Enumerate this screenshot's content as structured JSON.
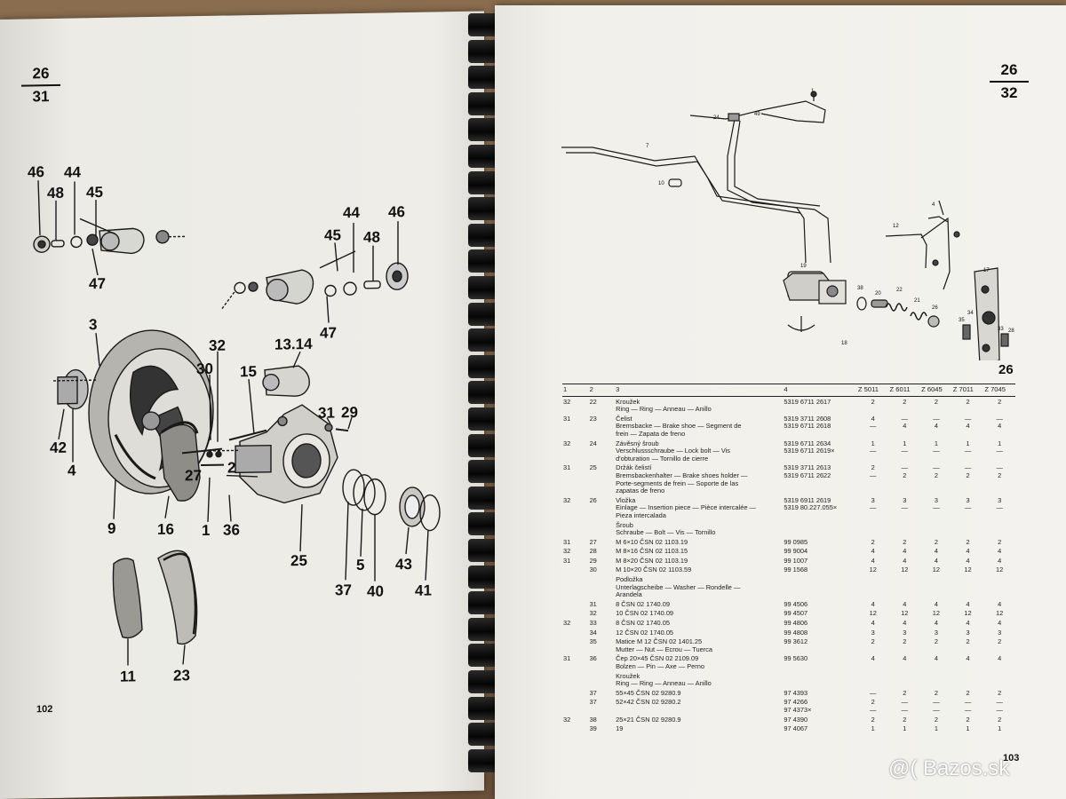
{
  "left_page": {
    "ref_top": "26",
    "ref_bottom": "31",
    "page_number": "102",
    "labels": {
      "l46a": "46",
      "l48a": "48",
      "l44a": "44",
      "l45a": "45",
      "l47a": "47",
      "l44b": "44",
      "l45b": "45",
      "l48b": "48",
      "l46b": "46",
      "l47b": "47",
      "l3": "3",
      "l1314": "13.14",
      "l32": "32",
      "l30": "30",
      "l15": "15",
      "l31": "31",
      "l29": "29",
      "l42": "42",
      "l4": "4",
      "l27": "27",
      "l2": "2",
      "l9": "9",
      "l16": "16",
      "l1": "1",
      "l36": "36",
      "l25": "25",
      "l37": "37",
      "l5": "5",
      "l40": "40",
      "l43": "43",
      "l41": "41",
      "l11": "11",
      "l23": "23"
    }
  },
  "right_page": {
    "ref_top": "26",
    "ref_bottom": "32",
    "figure_label": "26",
    "page_number": "103",
    "diagram_labels": {
      "d1": "1",
      "d7": "7",
      "d24": "24",
      "d49": "49",
      "d10": "10",
      "d4": "4",
      "d12": "12",
      "d19": "19",
      "d38": "38",
      "d20": "20",
      "d22": "22",
      "d21": "21",
      "d26": "26",
      "d17": "17",
      "d35": "35",
      "d34": "34",
      "d33": "33",
      "d28": "28",
      "d18": "18"
    },
    "table": {
      "headers": [
        "1",
        "2",
        "3",
        "4",
        "Z 5011",
        "Z 6011",
        "Z 6045",
        "Z 7011",
        "Z 7045"
      ],
      "rows": [
        {
          "c1": "32",
          "c2": "22",
          "text": [
            "Kroužek",
            "Ring — Ring — Anneau — Anillo"
          ],
          "code": [
            "5319 6711 2617"
          ],
          "q": [
            [
              "2",
              "2",
              "2",
              "2",
              "2"
            ]
          ]
        },
        {
          "c1": "31",
          "c2": "23",
          "text": [
            "Čelist",
            "Bremsbacke — Brake shoe — Segment de",
            "frein — Zapata de freno"
          ],
          "code": [
            "5319 3711 2608",
            "5319 6711 2618"
          ],
          "q": [
            [
              "4",
              "—",
              "—",
              "—",
              "—"
            ],
            [
              "—",
              "4",
              "4",
              "4",
              "4"
            ]
          ]
        },
        {
          "c1": "32",
          "c2": "24",
          "text": [
            "Závěsný šroub",
            "Verschlussschraube — Lock bolt — Vis",
            "d'obturation — Tornillo de cierre"
          ],
          "code": [
            "5319 6711 2634",
            "5319 6711 2619×"
          ],
          "q": [
            [
              "1",
              "1",
              "1",
              "1",
              "1"
            ],
            [
              "—",
              "—",
              "—",
              "—",
              "—"
            ]
          ]
        },
        {
          "c1": "31",
          "c2": "25",
          "text": [
            "Držák čelistí",
            "Bremsbackenhalter — Brake shoes holder —",
            "Porte-segments de frein — Soporte de las",
            "zapatas de freno"
          ],
          "code": [
            "5319 3711 2613",
            "5319 6711 2622"
          ],
          "q": [
            [
              "2",
              "—",
              "—",
              "—",
              "—"
            ],
            [
              "—",
              "2",
              "2",
              "2",
              "2"
            ]
          ]
        },
        {
          "c1": "32",
          "c2": "26",
          "text": [
            "Vložka",
            "Einlage — Insertion piece — Pièce intercalée —",
            "Pieza intercalada"
          ],
          "code": [
            "5319 6911 2619",
            "5319 80.227.055×"
          ],
          "q": [
            [
              "3",
              "3",
              "3",
              "3",
              "3"
            ],
            [
              "—",
              "—",
              "—",
              "—",
              "—"
            ]
          ]
        },
        {
          "c1": "",
          "c2": "",
          "text": [
            "Šroub",
            "Schraube — Bolt — Vis — Tornillo"
          ],
          "code": [],
          "q": []
        },
        {
          "c1": "31",
          "c2": "27",
          "text": [
            "M 6×10 ČSN  02 1103.19"
          ],
          "code": [
            "99 0985"
          ],
          "q": [
            [
              "2",
              "2",
              "2",
              "2",
              "2"
            ]
          ]
        },
        {
          "c1": "32",
          "c2": "28",
          "text": [
            "M 8×16 ČSN  02 1103.15"
          ],
          "code": [
            "99 9004"
          ],
          "q": [
            [
              "4",
              "4",
              "4",
              "4",
              "4"
            ]
          ]
        },
        {
          "c1": "31",
          "c2": "29",
          "text": [
            "M 8×20 ČSN  02 1103.19"
          ],
          "code": [
            "99 1007"
          ],
          "q": [
            [
              "4",
              "4",
              "4",
              "4",
              "4"
            ]
          ]
        },
        {
          "c1": "",
          "c2": "30",
          "text": [
            "M 10×20 ČSN  02 1103.59"
          ],
          "code": [
            "99 1568"
          ],
          "q": [
            [
              "12",
              "12",
              "12",
              "12",
              "12"
            ]
          ]
        },
        {
          "c1": "",
          "c2": "",
          "text": [
            "Podložka",
            "Unterlagscheibe — Washer — Rondelle —",
            "Arandela"
          ],
          "code": [],
          "q": []
        },
        {
          "c1": "",
          "c2": "31",
          "text": [
            "8 ČSN  02 1740.09"
          ],
          "code": [
            "99 4506"
          ],
          "q": [
            [
              "4",
              "4",
              "4",
              "4",
              "4"
            ]
          ]
        },
        {
          "c1": "",
          "c2": "32",
          "text": [
            "10 ČSN  02 1740.09"
          ],
          "code": [
            "99 4507"
          ],
          "q": [
            [
              "12",
              "12",
              "12",
              "12",
              "12"
            ]
          ]
        },
        {
          "c1": "32",
          "c2": "33",
          "text": [
            "8 ČSN  02 1740.05"
          ],
          "code": [
            "99 4806"
          ],
          "q": [
            [
              "4",
              "4",
              "4",
              "4",
              "4"
            ]
          ]
        },
        {
          "c1": "",
          "c2": "34",
          "text": [
            "12 ČSN  02 1740.05"
          ],
          "code": [
            "99 4808"
          ],
          "q": [
            [
              "3",
              "3",
              "3",
              "3",
              "3"
            ]
          ]
        },
        {
          "c1": "",
          "c2": "35",
          "text": [
            "Matice M 12 ČSN  02 1401.25",
            "Mutter — Nut — Ecrou — Tuerca"
          ],
          "code": [
            "99 3612"
          ],
          "q": [
            [
              "2",
              "2",
              "2",
              "2",
              "2"
            ]
          ]
        },
        {
          "c1": "31",
          "c2": "36",
          "text": [
            "Čep 20×45 ČSN  02 2109.09",
            "Bolzen — Pin — Axe — Perno"
          ],
          "code": [
            "99 5630"
          ],
          "q": [
            [
              "4",
              "4",
              "4",
              "4",
              "4"
            ]
          ]
        },
        {
          "c1": "",
          "c2": "",
          "text": [
            "Kroužek",
            "Ring — Ring — Anneau — Anillo"
          ],
          "code": [],
          "q": []
        },
        {
          "c1": "",
          "c2": "37",
          "text": [
            "55×45 ČSN  02 9280.9"
          ],
          "code": [
            "97 4393"
          ],
          "q": [
            [
              "—",
              "2",
              "2",
              "2",
              "2"
            ]
          ]
        },
        {
          "c1": "",
          "c2": "37",
          "text": [
            "52×42 ČSN  02 9280.2"
          ],
          "code": [
            "97 4266",
            "97 4373×"
          ],
          "q": [
            [
              "2",
              "—",
              "—",
              "—",
              "—"
            ],
            [
              "—",
              "—",
              "—",
              "—",
              "—"
            ]
          ]
        },
        {
          "c1": "32",
          "c2": "38",
          "text": [
            "25×21 ČSN  02 9280.9"
          ],
          "code": [
            "97 4390"
          ],
          "q": [
            [
              "2",
              "2",
              "2",
              "2",
              "2"
            ]
          ]
        },
        {
          "c1": "",
          "c2": "39",
          "text": [
            "19"
          ],
          "code": [
            "97 4067"
          ],
          "q": [
            [
              "1",
              "1",
              "1",
              "1",
              "1"
            ]
          ]
        }
      ]
    }
  },
  "watermark": "@( Bazos.sk"
}
